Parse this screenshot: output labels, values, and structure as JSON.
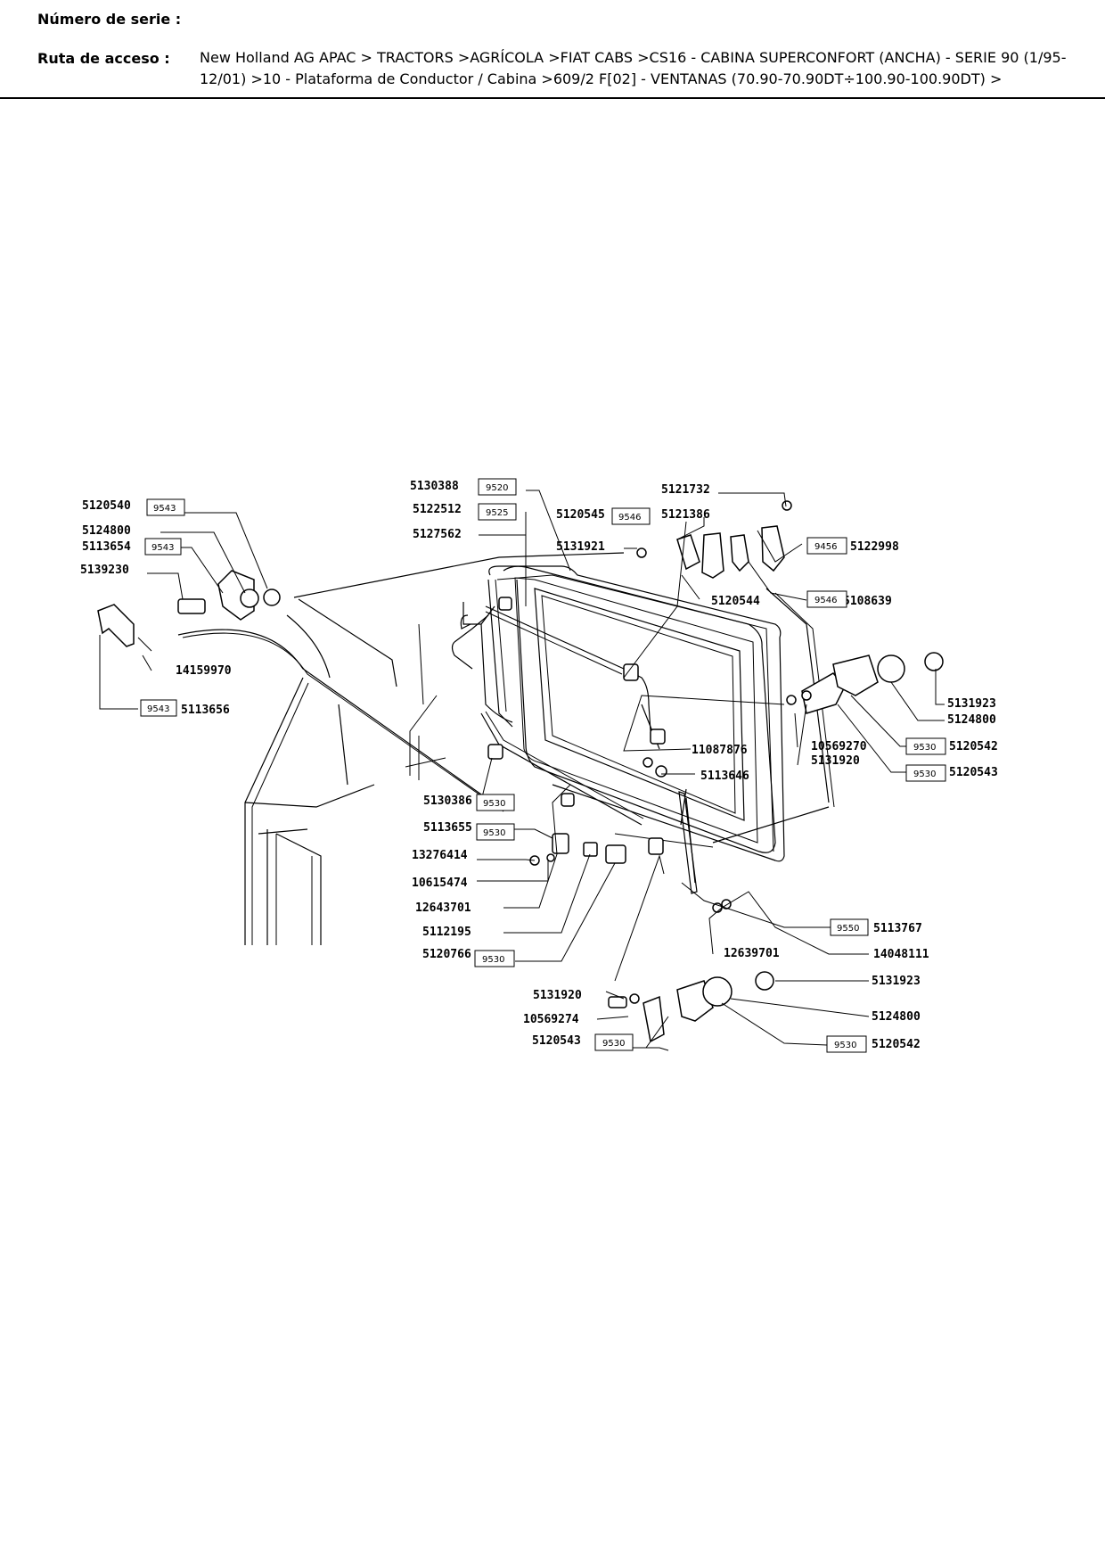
{
  "header": {
    "serial_label": "Número de serie :",
    "serial_value": "",
    "route_label": "Ruta de acceso :",
    "route_line1": "New Holland AG APAC > TRACTORS >AGRÍCOLA >FIAT CABS >CS16 - CABINA SUPERCONFORT (ANCHA) - SERIE 90 (1/95-",
    "route_line2": "12/01) >10 - Plataforma de Conductor / Cabina >609/2 F[02] - VENTANAS (70.90-70.90DT÷100.90-100.90DT) >"
  },
  "diagram": {
    "part_numbers": [
      "5120540",
      "5124800",
      "5113654",
      "5139230",
      "14159970",
      "5113656",
      "5130388",
      "5122512",
      "5127562",
      "5120545",
      "5131921",
      "5121732",
      "5121386",
      "5122998",
      "5120544",
      "5108639",
      "5131923",
      "5124800",
      "5120542",
      "5120543",
      "10569270",
      "5131920",
      "11087876",
      "5113646",
      "5130386",
      "5113655",
      "13276414",
      "10615474",
      "12643701",
      "5112195",
      "5120766",
      "5113767",
      "14048111",
      "12639701",
      "5131920",
      "10569274",
      "5120543",
      "5131923",
      "5124800",
      "5120542"
    ],
    "ref_boxes": [
      "9543",
      "9543",
      "9543",
      "9520",
      "9525",
      "9546",
      "9456",
      "9546",
      "9530",
      "9530",
      "9530",
      "9530",
      "9530",
      "9550",
      "9530",
      "9530"
    ]
  }
}
